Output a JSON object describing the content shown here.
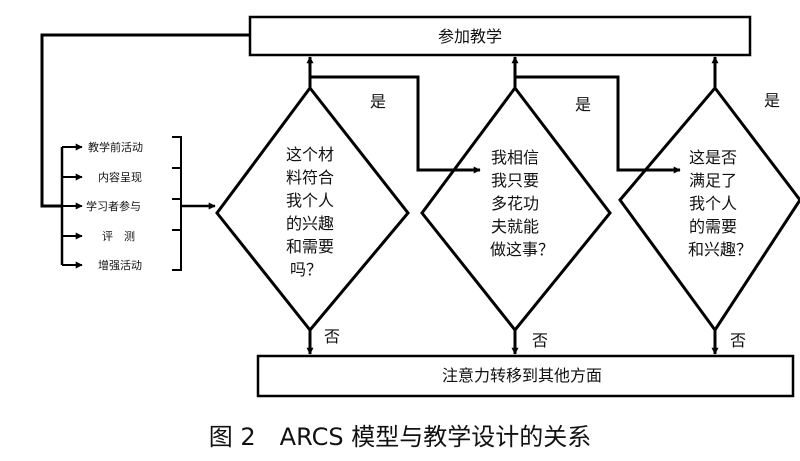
{
  "top_box": {
    "label": "参加教学"
  },
  "bottom_box": {
    "label": "注意力转移到其他方面"
  },
  "activities": [
    "教学前活动",
    "内容呈现",
    "学习者参与",
    "评　测",
    "增强活动"
  ],
  "diamonds": [
    {
      "lines": [
        "这个材",
        "料符合",
        "我个人",
        "的兴趣",
        "和需要",
        "吗？"
      ],
      "yes": "是",
      "no": "否"
    },
    {
      "lines": [
        "我相信",
        "我只要",
        "多花功",
        "夫就能",
        "做这事？"
      ],
      "yes": "是",
      "no": "否"
    },
    {
      "lines": [
        "这是否",
        "满足了",
        "我个人",
        "的需要",
        "和兴趣？"
      ],
      "yes": "是",
      "no": "否"
    }
  ],
  "caption": "图 2　ARCS 模型与教学设计的关系"
}
